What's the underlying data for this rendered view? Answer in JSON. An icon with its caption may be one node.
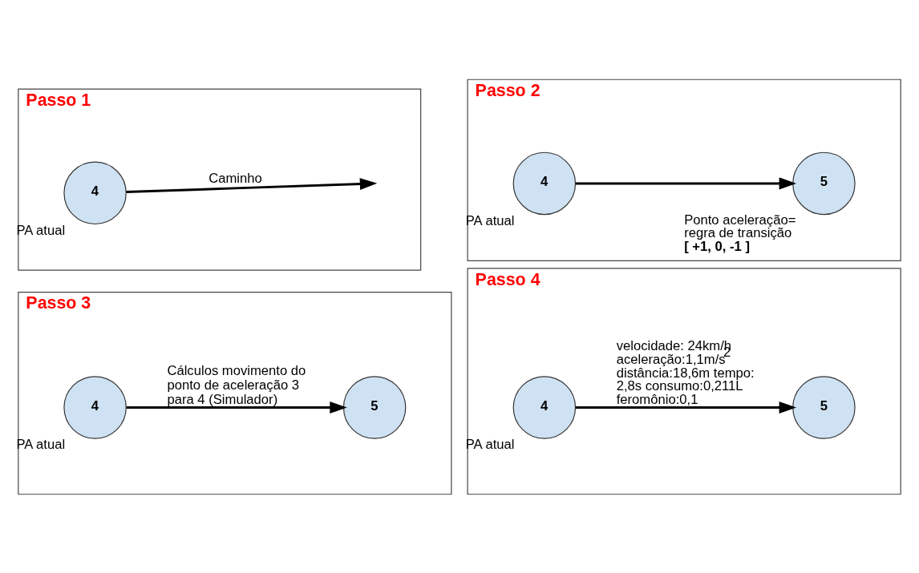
{
  "diagram": {
    "nodes": [
      {
        "text": [
          "Passo 1"
        ]
      },
      {
        "text": [
          "4"
        ],
        "in": 0,
        "beside": [
          "PA atual"
        ]
      },
      {
        "text": [
          "Passo 2"
        ]
      },
      {
        "text": [
          "4"
        ],
        "in": 2,
        "beside": [
          "PA atual"
        ]
      },
      {
        "text": [
          "5"
        ],
        "in": 2,
        "beside": [
          "Ponto aceleração= regra de transição **[ +1, 0, -1 ]**"
        ]
      },
      {
        "text": [
          "Passo 3"
        ]
      },
      {
        "text": [
          "4"
        ],
        "in": 5,
        "beside": [
          "PA atual"
        ]
      },
      {
        "text": [
          "5"
        ],
        "in": 5
      },
      {
        "text": [
          "Passo 4"
        ]
      },
      {
        "text": [
          "4"
        ],
        "in": 8,
        "beside": [
          "PA atual"
        ]
      },
      {
        "text": [
          "5"
        ],
        "in": 8
      }
    ],
    "edges": [
      {
        "from": 1,
        "to": null,
        "arrow": "to",
        "label": "Caminho"
      },
      {
        "from": 3,
        "to": 4,
        "arrow": "to"
      },
      {
        "from": 6,
        "to": 7,
        "arrow": "to",
        "label": "Cálculos movimento do ponto de aceleração 3 para 4 (Simulador)"
      },
      {
        "from": 9,
        "to": 10,
        "arrow": "to",
        "label": "velocidade: 24km/h aceleração:1,1m/s$^{2}$ distância:18,6m tempo: 2,8s consumo:0,211L feromônio:0,1"
      }
    ]
  }
}
